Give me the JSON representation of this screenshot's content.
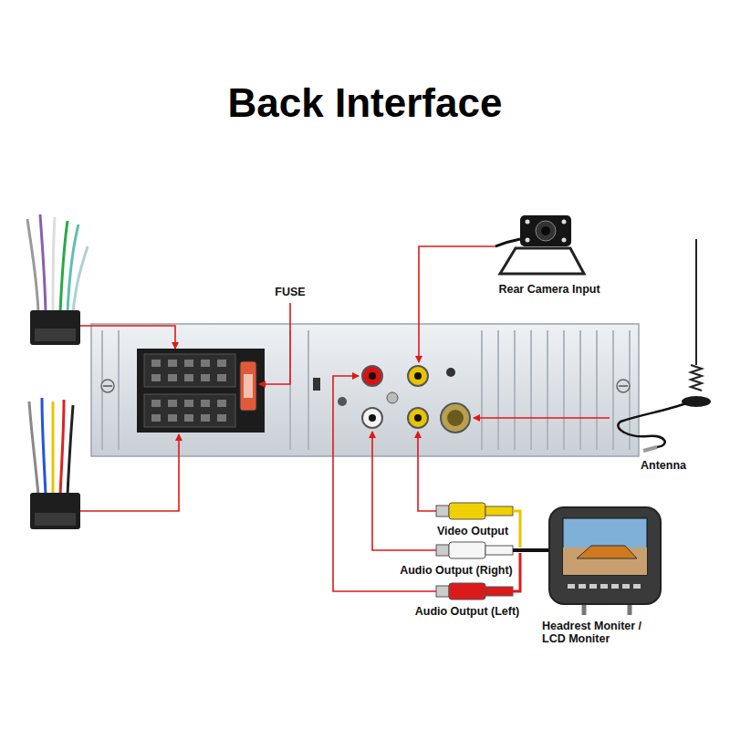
{
  "diagram": {
    "title": "Back Interface",
    "labels": [
      "FUSE",
      "Rear Camera Input",
      "Antenna",
      "Video Output",
      "Audio Output (Right)",
      "Audio Output (Left)",
      "Headrest Moniter / LCD Moniter"
    ]
  }
}
